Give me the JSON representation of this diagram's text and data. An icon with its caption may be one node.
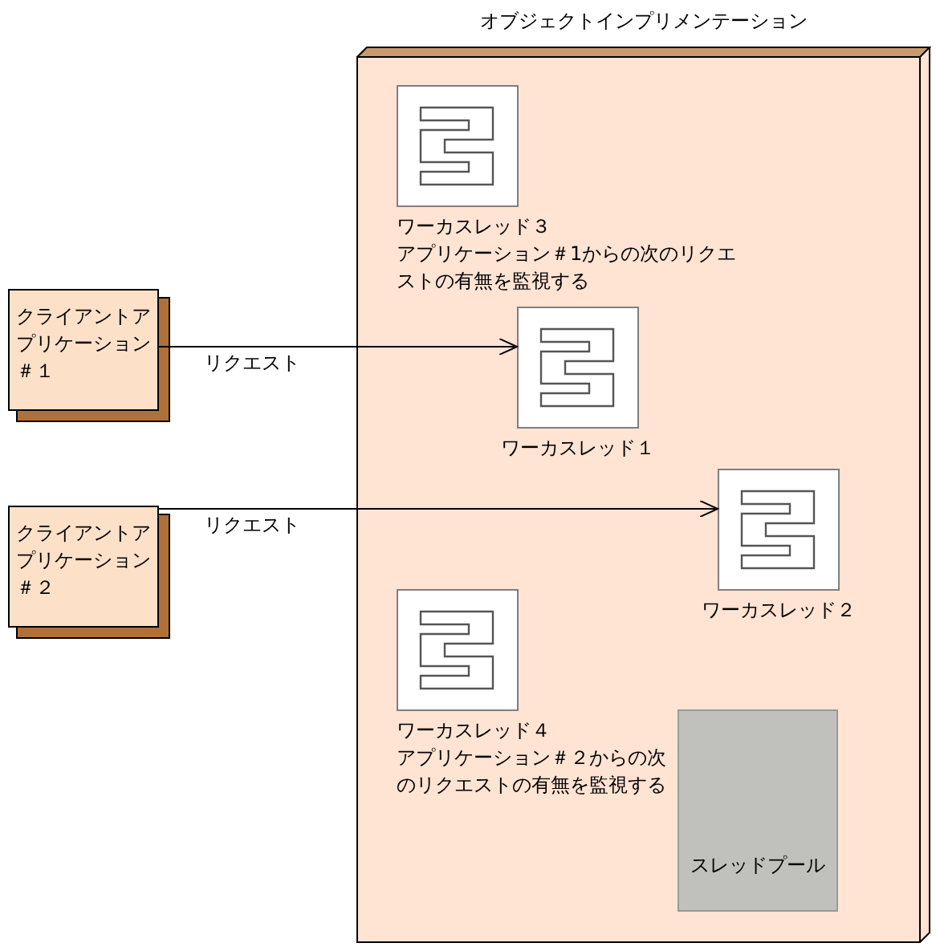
{
  "diagram": {
    "nodes": [
      {
        "text": [
          "オブジェクトインプリメンテーション"
        ]
      },
      {
        "text": [
          "クライアントアプリケーション＃１"
        ]
      },
      {
        "text": [
          "クライアントアプリケーション＃２"
        ]
      },
      {
        "text": [
          "ワーカスレッド３",
          "アプリケーション＃1からの次のリクエストの有無を監視する"
        ],
        "in": 0
      },
      {
        "text": [
          "ワーカスレッド１"
        ],
        "in": 0
      },
      {
        "text": [
          "ワーカスレッド２"
        ],
        "in": 0
      },
      {
        "text": [
          "ワーカスレッド４",
          "アプリケーション＃２からの次のリクエストの有無を監視する"
        ],
        "in": 0
      },
      {
        "text": [
          "スレッドプール"
        ],
        "in": 0
      }
    ],
    "edges": [
      {
        "from": 1,
        "to": 4,
        "arrow": "to",
        "label": "リクエスト"
      },
      {
        "from": 2,
        "to": 5,
        "arrow": "to",
        "label": "リクエスト"
      }
    ]
  }
}
